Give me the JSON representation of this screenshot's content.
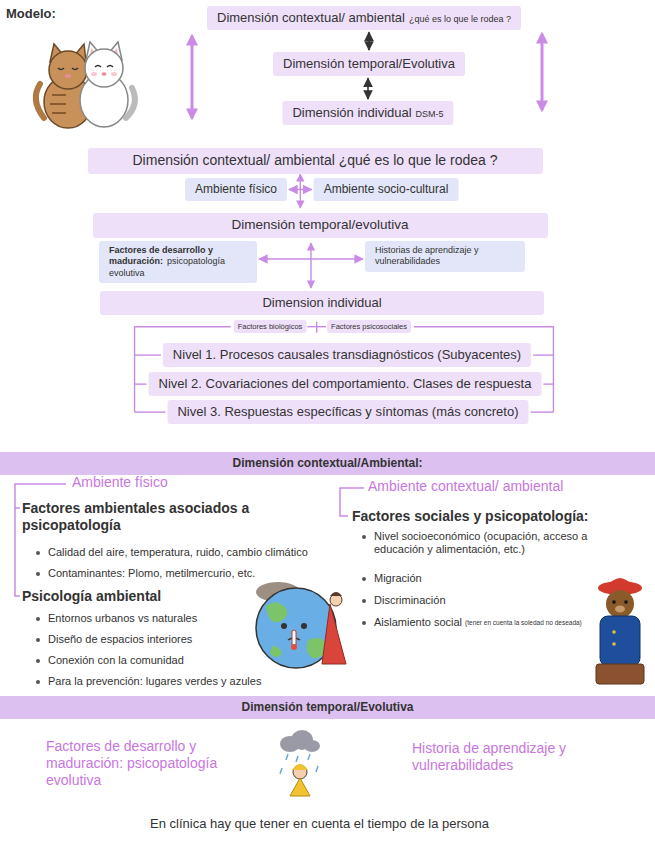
{
  "diagram": {
    "nodes": [
      {
        "text": [
          "Dimensión contextual/ ambiental",
          "¿qué es lo que le rodea ?"
        ]
      },
      {
        "text": [
          "Dimensión temporal/Evolutiva"
        ]
      },
      {
        "text": [
          "Dimensión individual",
          "DSM-5"
        ]
      },
      {
        "text": [
          "Dimensión contextual/ ambiental ¿qué es lo que le rodea ?"
        ]
      },
      {
        "text": [
          "Ambiente físico"
        ]
      },
      {
        "text": [
          "Ambiente socio-cultural"
        ]
      },
      {
        "text": [
          "Dimensión temporal/evolutiva"
        ]
      },
      {
        "text": [
          "Factores de desarrollo y maduración:",
          "psicopatología evolutiva"
        ]
      },
      {
        "text": [
          "Historias de aprendizaje y vulnerabilidades"
        ]
      },
      {
        "text": [
          "Dimension individual"
        ]
      },
      {
        "text": [
          "Factores biológicos"
        ]
      },
      {
        "text": [
          "Factores psicosociales"
        ]
      },
      {
        "text": [
          "Nivel 1. Procesos causales transdiagnósticos (Subyacentes)"
        ]
      },
      {
        "text": [
          "Nivel 2. Covariaciones del comportamiento. Clases de respuesta"
        ]
      },
      {
        "text": [
          "Nivel 3. Respuestas específicas y síntomas (más concreto)"
        ]
      },
      {
        "text": [
          "Dimensión contextual/Ambiental:"
        ]
      },
      {
        "text": [
          "Dimensión temporal/Evolutiva"
        ]
      }
    ],
    "edges": [
      {
        "from": 0,
        "to": 1,
        "arrow": "both"
      },
      {
        "from": 1,
        "to": 2,
        "arrow": "both"
      },
      {
        "from": 4,
        "to": 5,
        "arrow": "both"
      },
      {
        "from": 7,
        "to": 8,
        "arrow": "both"
      }
    ],
    "labels": [
      "Modelo:",
      "Ambiente físico",
      "Factores ambientales asociados a psicopatología",
      "Calidad del aire, temperatura, ruido, cambio climático",
      "Contaminantes: Plomo, metilmercurio, etc.",
      "Psicología ambiental",
      "Entornos urbanos vs naturales",
      "Diseño de espacios interiores",
      "Conexión con la comunidad",
      "Para la prevención: lugares verdes y azules",
      "Ambiente contextual/ ambiental",
      "Factores sociales y psicopatología:",
      "Nivel socioeconómico (ocupación, acceso a educación y alimentación, etc.)",
      "Migración",
      "Discriminación",
      "Aislamiento social",
      "(tener en cuenta la soledad no deseada)",
      "Factores de desarrollo y maduración: psicopatología evolutiva",
      "Historia de aprendizaje y vulnerabilidades",
      "En clínica hay que tener en cuenta el tiempo de la persona"
    ]
  }
}
